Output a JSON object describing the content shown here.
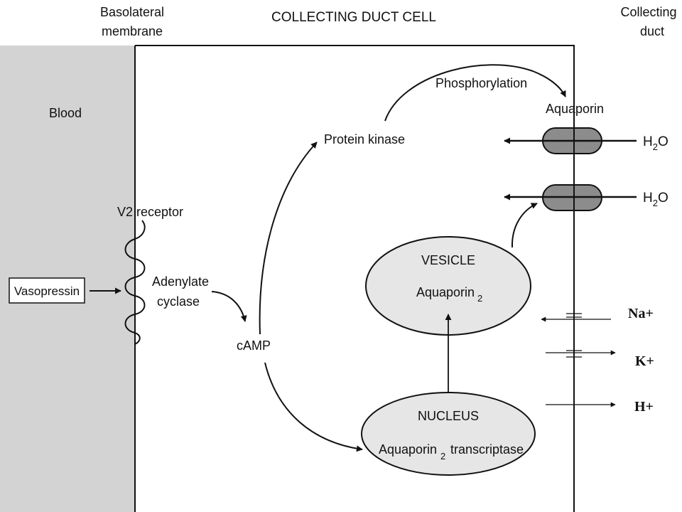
{
  "header": {
    "basolateral_line1": "Basolateral",
    "basolateral_line2": "membrane",
    "cell_title": "COLLECTING DUCT CELL",
    "duct_line1": "Collecting",
    "duct_line2": "duct"
  },
  "labels": {
    "blood": "Blood",
    "v2_receptor": "V2 receptor",
    "vasopressin": "Vasopressin",
    "adenylate_line1": "Adenylate",
    "adenylate_line2": "cyclase",
    "camp": "cAMP",
    "protein_kinase": "Protein kinase",
    "phosphorylation": "Phosphorylation",
    "aquaporin": "Aquaporin",
    "water_1": "H",
    "water_2": "H",
    "water_sub": "2",
    "water_o": "O"
  },
  "vesicle": {
    "title": "VESICLE",
    "label": "Aquaporin",
    "sub": "2"
  },
  "nucleus": {
    "title": "NUCLEUS",
    "label_a": "Aquaporin",
    "sub": "2",
    "label_b": "transcriptase"
  },
  "ions": {
    "na": "Na+",
    "k": "K+",
    "h": "H+"
  },
  "colors": {
    "blood_region": "#d3d3d3",
    "organelle_fill": "#e6e6e6",
    "channel_fill": "#8c8c8c",
    "ink": "#111111"
  }
}
